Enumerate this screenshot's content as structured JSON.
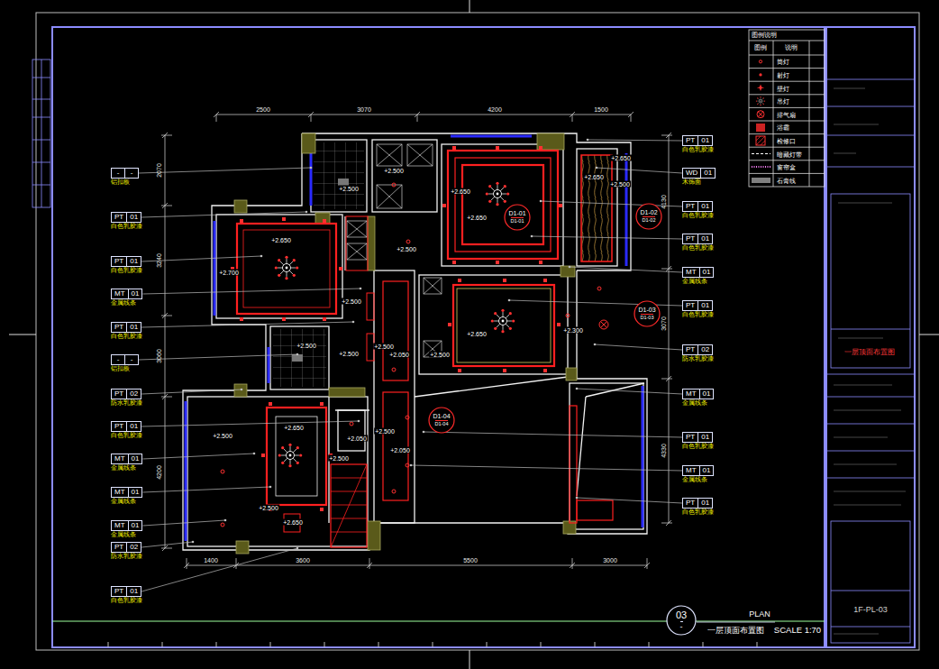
{
  "diagram": {
    "title": "一层顶面布置图",
    "nodes": [
      {
        "text": [
          "-",
          "-",
          "铝扣板"
        ]
      },
      {
        "text": [
          "PT",
          "01",
          "白色乳胶漆"
        ]
      },
      {
        "text": [
          "PT",
          "01",
          "白色乳胶漆"
        ]
      },
      {
        "text": [
          "MT",
          "01",
          "金属线条"
        ]
      },
      {
        "text": [
          "PT",
          "01",
          "白色乳胶漆"
        ]
      },
      {
        "text": [
          "-",
          "-",
          "铝扣板"
        ]
      },
      {
        "text": [
          "PT",
          "02",
          "防水乳胶漆"
        ]
      },
      {
        "text": [
          "PT",
          "01",
          "白色乳胶漆"
        ]
      },
      {
        "text": [
          "MT",
          "01",
          "金属线条"
        ]
      },
      {
        "text": [
          "MT",
          "01",
          "金属线条"
        ]
      },
      {
        "text": [
          "MT",
          "01",
          "金属线条"
        ]
      },
      {
        "text": [
          "PT",
          "02",
          "防水乳胶漆"
        ]
      },
      {
        "text": [
          "PT",
          "01",
          "白色乳胶漆"
        ]
      },
      {
        "text": [
          "PT",
          "01",
          "白色乳胶漆"
        ]
      },
      {
        "text": [
          "WD",
          "01",
          "木饰面"
        ]
      },
      {
        "text": [
          "PT",
          "01",
          "白色乳胶漆"
        ]
      },
      {
        "text": [
          "PT",
          "01",
          "白色乳胶漆"
        ]
      },
      {
        "text": [
          "MT",
          "01",
          "金属线条"
        ]
      },
      {
        "text": [
          "PT",
          "01",
          "白色乳胶漆"
        ]
      },
      {
        "text": [
          "PT",
          "02",
          "防水乳胶漆"
        ]
      },
      {
        "text": [
          "MT",
          "01",
          "金属线条"
        ]
      },
      {
        "text": [
          "PT",
          "01",
          "白色乳胶漆"
        ]
      },
      {
        "text": [
          "MT",
          "01",
          "金属线条"
        ]
      },
      {
        "text": [
          "PT",
          "01",
          "白色乳胶漆"
        ]
      },
      {
        "text": [
          "D1-01",
          "D1-01"
        ]
      },
      {
        "text": [
          "D1-02",
          "D1-02"
        ]
      },
      {
        "text": [
          "D1-03",
          "D1-03"
        ]
      },
      {
        "text": [
          "D1-04",
          "D1-04"
        ]
      },
      {
        "text": [
          "03",
          "-"
        ]
      }
    ],
    "labels": [
      "2500",
      "3070",
      "4200",
      "1500",
      "1400",
      "3600",
      "5500",
      "3000",
      "2070",
      "3240",
      "3060",
      "4200",
      "4130",
      "3070",
      "4330",
      "+2.500",
      "+2.500",
      "+2.650",
      "+2.650",
      "+2.650",
      "+2.650",
      "+2.500",
      "+2.650",
      "+2.700",
      "+2.500",
      "+2.500",
      "+2.650",
      "+2.300",
      "+2.500",
      "+2.500",
      "+2.500",
      "+2.050",
      "+2.500",
      "+2.650",
      "+2.500",
      "+2.050",
      "+2.500",
      "+2.050",
      "+2.500",
      "+2.500",
      "+2.650",
      "PLAN",
      "SCALE 1:70",
      "图例说明",
      "图例",
      "说明",
      "一层顶面布置图",
      "1F-PL-03"
    ],
    "legend": [
      {
        "text": "筒灯"
      },
      {
        "text": "射灯"
      },
      {
        "text": "壁灯"
      },
      {
        "text": "吊灯"
      },
      {
        "text": "排气扇"
      },
      {
        "text": "浴霸",
        "color": "#cc2222"
      },
      {
        "text": "检修口"
      },
      {
        "text": "暗藏灯带"
      },
      {
        "text": "窗帘盒"
      },
      {
        "text": "石膏线",
        "color": "#808080"
      }
    ]
  }
}
